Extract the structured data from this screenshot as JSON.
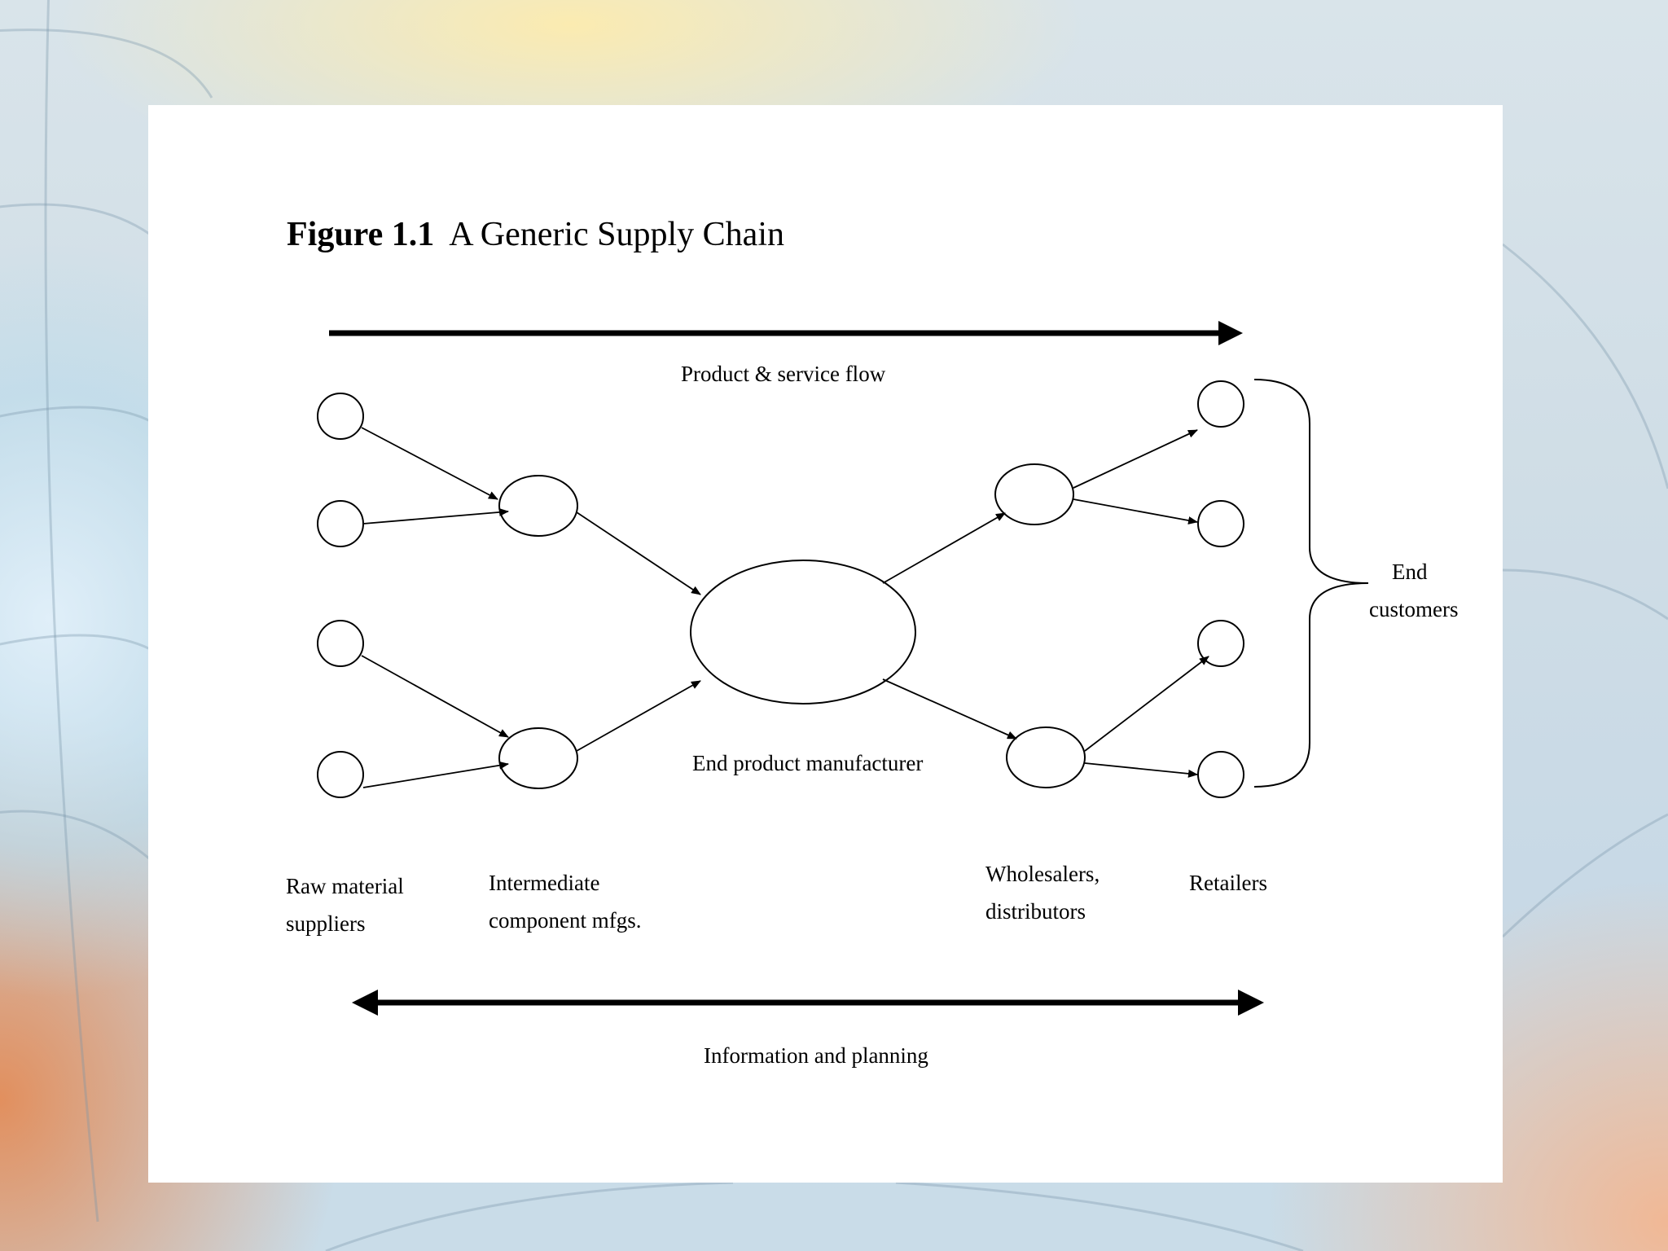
{
  "figure": {
    "number": "Figure 1.1",
    "title": "A Generic Supply Chain"
  },
  "flows": {
    "top_label": "Product & service flow",
    "bottom_label": "Information and planning"
  },
  "nodes": {
    "center_label": "End product manufacturer"
  },
  "stages": {
    "raw_material_line1": "Raw material",
    "raw_material_line2": "suppliers",
    "intermediate_line1": "Intermediate",
    "intermediate_line2": "component mfgs.",
    "wholesalers_line1": "Wholesalers,",
    "wholesalers_line2": "distributors",
    "retailers": "Retailers",
    "end_customers_line1": "End",
    "end_customers_line2": "customers"
  }
}
